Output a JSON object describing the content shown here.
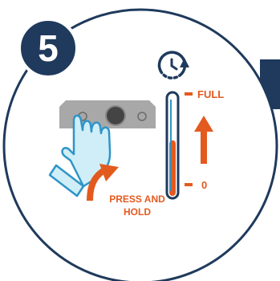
{
  "step": {
    "number": "5"
  },
  "gauge": {
    "label_full": "FULL",
    "label_empty": "0",
    "fill_level": 0.55
  },
  "instruction": {
    "line1": "PRESS AND",
    "line2": "HOLD"
  },
  "icons": {
    "timer": "clock-refresh-icon",
    "device": "device-button-panel",
    "hand": "pressing-hand-icon",
    "arrow_up": "arrow-up-icon",
    "arrow_curved": "curved-arrow-icon"
  },
  "colors": {
    "navy": "#1f3a5c",
    "orange": "#e35a1f",
    "blue_outline": "#2f95c7",
    "device_grey": "#a8a8a8",
    "hand_fill": "#cfeef8",
    "badge_bg": "#1f3a5c",
    "badge_text": "#ffffff"
  }
}
